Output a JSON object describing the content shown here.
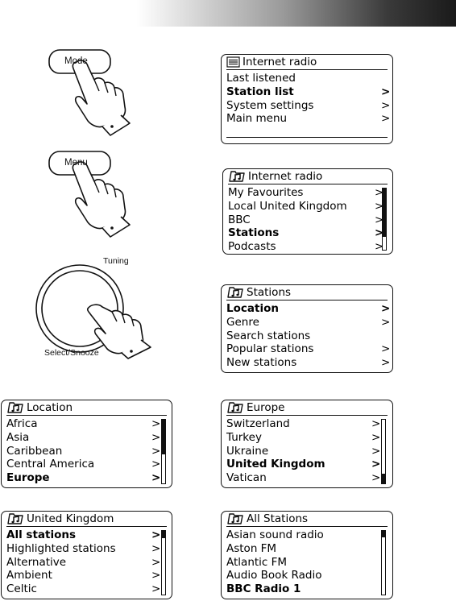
{
  "buttons": {
    "mode": "Mode",
    "menu": "Menu"
  },
  "knob": {
    "tuning": "Tuning",
    "select": "Select/Snooze"
  },
  "screens": {
    "s1": {
      "title": "Internet radio",
      "icon": "list-icon",
      "items": [
        {
          "label": "Last listened",
          "arrow": "",
          "bold": false
        },
        {
          "label": "Station list",
          "arrow": ">",
          "bold": true
        },
        {
          "label": "System settings",
          "arrow": ">",
          "bold": false
        },
        {
          "label": "Main menu",
          "arrow": ">",
          "bold": false
        }
      ]
    },
    "s2": {
      "title": "Internet radio",
      "icon": "music-folder-icon",
      "items": [
        {
          "label": "My Favourites",
          "arrow": ">",
          "bold": false
        },
        {
          "label": "Local United Kingdom",
          "arrow": ">",
          "bold": false
        },
        {
          "label": "BBC",
          "arrow": ">",
          "bold": false
        },
        {
          "label": "Stations",
          "arrow": ">",
          "bold": true
        },
        {
          "label": "Podcasts",
          "arrow": ">",
          "bold": false
        }
      ],
      "scroll": 0.8
    },
    "s3": {
      "title": "Stations",
      "icon": "music-folder-icon",
      "items": [
        {
          "label": "Location",
          "arrow": ">",
          "bold": true
        },
        {
          "label": "Genre",
          "arrow": ">",
          "bold": false
        },
        {
          "label": "Search stations",
          "arrow": "",
          "bold": false
        },
        {
          "label": "Popular stations",
          "arrow": ">",
          "bold": false
        },
        {
          "label": "New stations",
          "arrow": ">",
          "bold": false
        }
      ]
    },
    "s4": {
      "title": "Location",
      "icon": "music-folder-icon",
      "items": [
        {
          "label": "Africa",
          "arrow": ">",
          "bold": false
        },
        {
          "label": "Asia",
          "arrow": ">",
          "bold": false
        },
        {
          "label": "Caribbean",
          "arrow": ">",
          "bold": false
        },
        {
          "label": "Central America",
          "arrow": ">",
          "bold": false
        },
        {
          "label": "Europe",
          "arrow": ">",
          "bold": true
        }
      ],
      "scroll": 0.55
    },
    "s5": {
      "title": "Europe",
      "icon": "music-folder-icon",
      "items": [
        {
          "label": "Switzerland",
          "arrow": ">",
          "bold": false
        },
        {
          "label": "Turkey",
          "arrow": ">",
          "bold": false
        },
        {
          "label": "Ukraine",
          "arrow": ">",
          "bold": false
        },
        {
          "label": "United Kingdom",
          "arrow": ">",
          "bold": true
        },
        {
          "label": "Vatican",
          "arrow": ">",
          "bold": false
        }
      ],
      "scroll": 0.15
    },
    "s6": {
      "title": "United Kingdom",
      "icon": "music-folder-icon",
      "items": [
        {
          "label": "All stations",
          "arrow": ">",
          "bold": true
        },
        {
          "label": "Highlighted stations",
          "arrow": ">",
          "bold": false
        },
        {
          "label": "Alternative",
          "arrow": ">",
          "bold": false
        },
        {
          "label": "Ambient",
          "arrow": ">",
          "bold": false
        },
        {
          "label": "Celtic",
          "arrow": ">",
          "bold": false
        }
      ],
      "scroll": 0.12
    },
    "s7": {
      "title": "All Stations",
      "icon": "music-folder-icon",
      "items": [
        {
          "label": "Asian sound radio",
          "arrow": "",
          "bold": false
        },
        {
          "label": "Aston FM",
          "arrow": "",
          "bold": false
        },
        {
          "label": "Atlantic FM",
          "arrow": "",
          "bold": false
        },
        {
          "label": "Audio Book Radio",
          "arrow": "",
          "bold": false
        },
        {
          "label": "BBC Radio 1",
          "arrow": "",
          "bold": true
        }
      ],
      "scroll": 0.1
    }
  }
}
